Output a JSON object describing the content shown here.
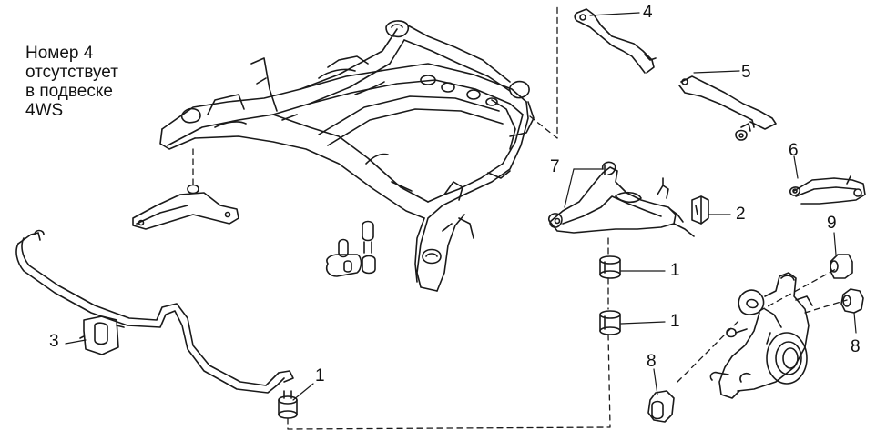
{
  "note": {
    "lines": [
      "Номер 4",
      "отсутствует",
      "в подвеске",
      "4WS"
    ]
  },
  "callouts": {
    "c1_bushing_top": "1",
    "c1_bushing_mid": "1",
    "c1_stabilizer": "1",
    "c2": "2",
    "c3": "3",
    "c4": "4",
    "c5": "5",
    "c6": "6",
    "c7": "7",
    "c8_left": "8",
    "c8_right": "8",
    "c9": "9"
  },
  "colors": {
    "line": "#1a1a1a",
    "background": "#ffffff"
  }
}
